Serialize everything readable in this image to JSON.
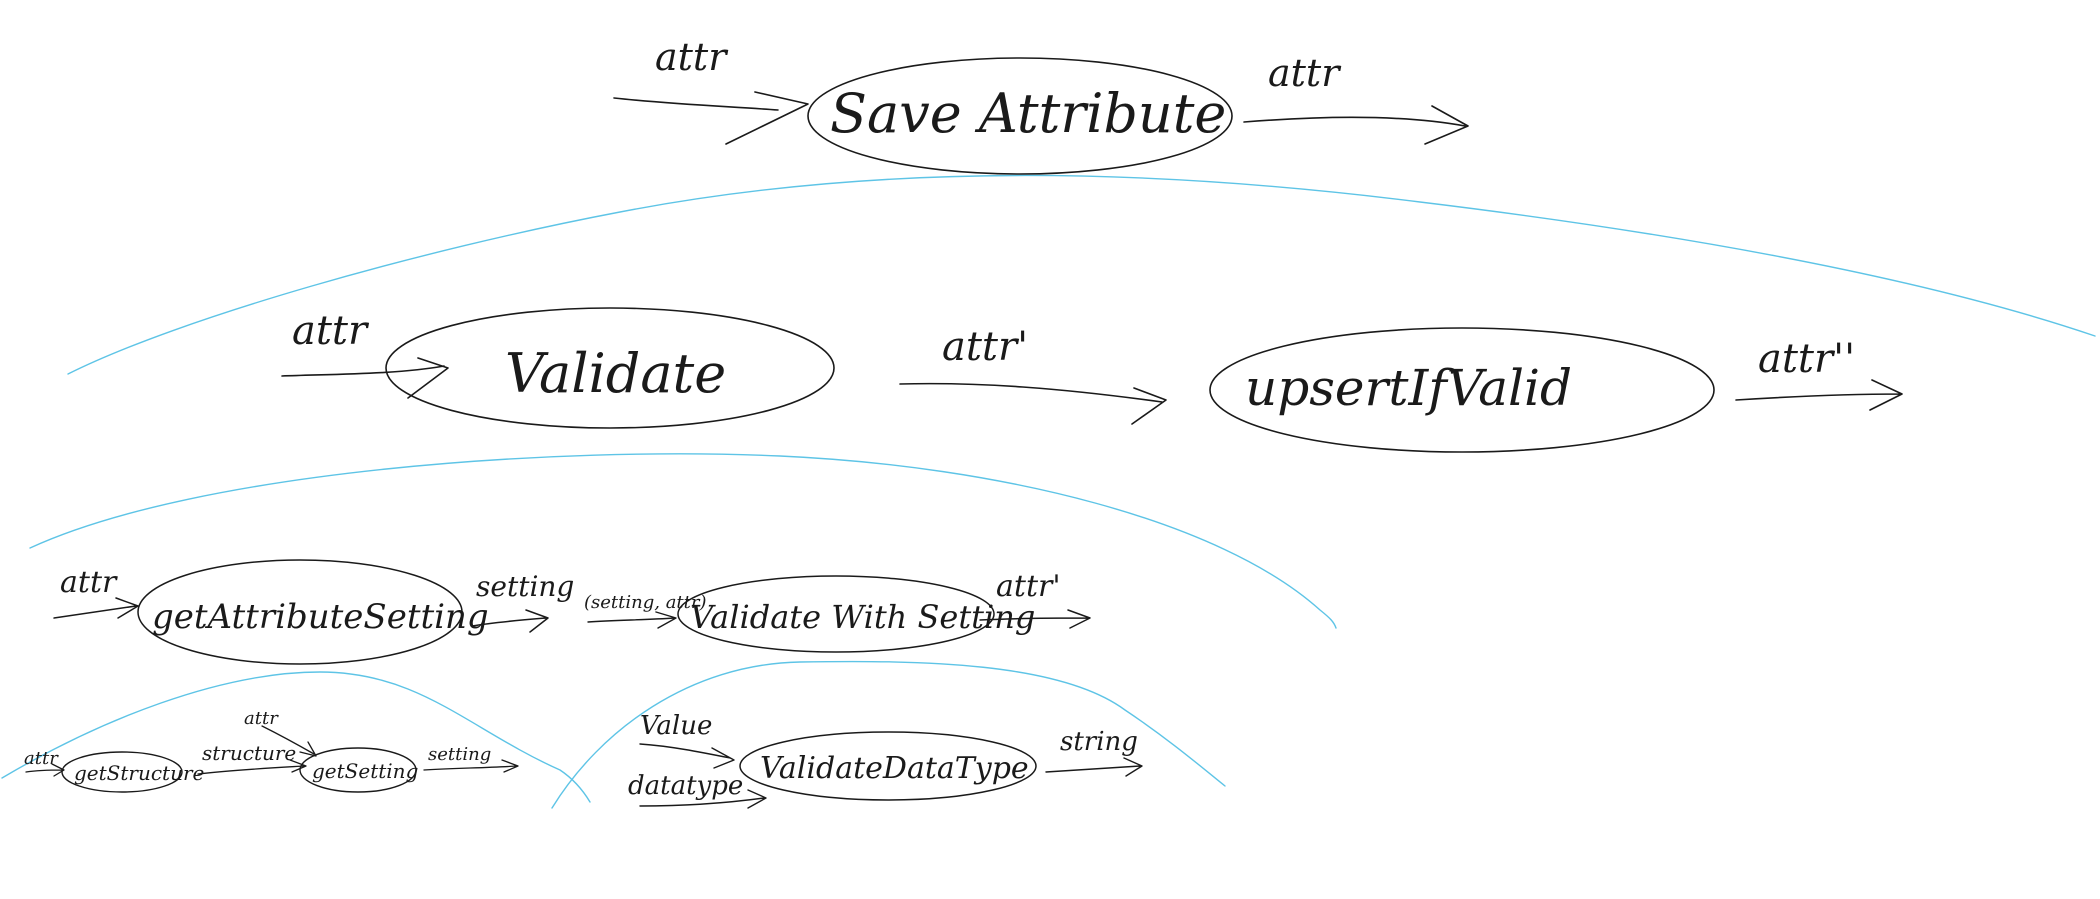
{
  "colors": {
    "ink": "#1a1a1a",
    "divider": "#5ec4e6",
    "background": "#ffffff"
  },
  "level1": {
    "node": "Save Attribute",
    "input_label": "attr",
    "output_label": "attr"
  },
  "level2": {
    "validate": "Validate",
    "upsert": "upsertIfValid",
    "input_label": "attr",
    "mid_label": "attr'",
    "output_label": "attr''"
  },
  "level3": {
    "get_setting": "getAttributeSetting",
    "validate_with_setting": "Validate With Setting",
    "input_label": "attr",
    "setting_label": "setting",
    "pair_label": "(setting, attr)",
    "output_label": "attr'"
  },
  "level4a": {
    "get_structure": "getStructure",
    "get_setting": "getSetting",
    "input_label": "attr",
    "structure_label": "structure",
    "attr_label": "attr",
    "output_label": "setting"
  },
  "level4b": {
    "validate_datatype": "ValidateDataType",
    "value_label": "Value",
    "datatype_label": "datatype",
    "output_label": "string"
  }
}
